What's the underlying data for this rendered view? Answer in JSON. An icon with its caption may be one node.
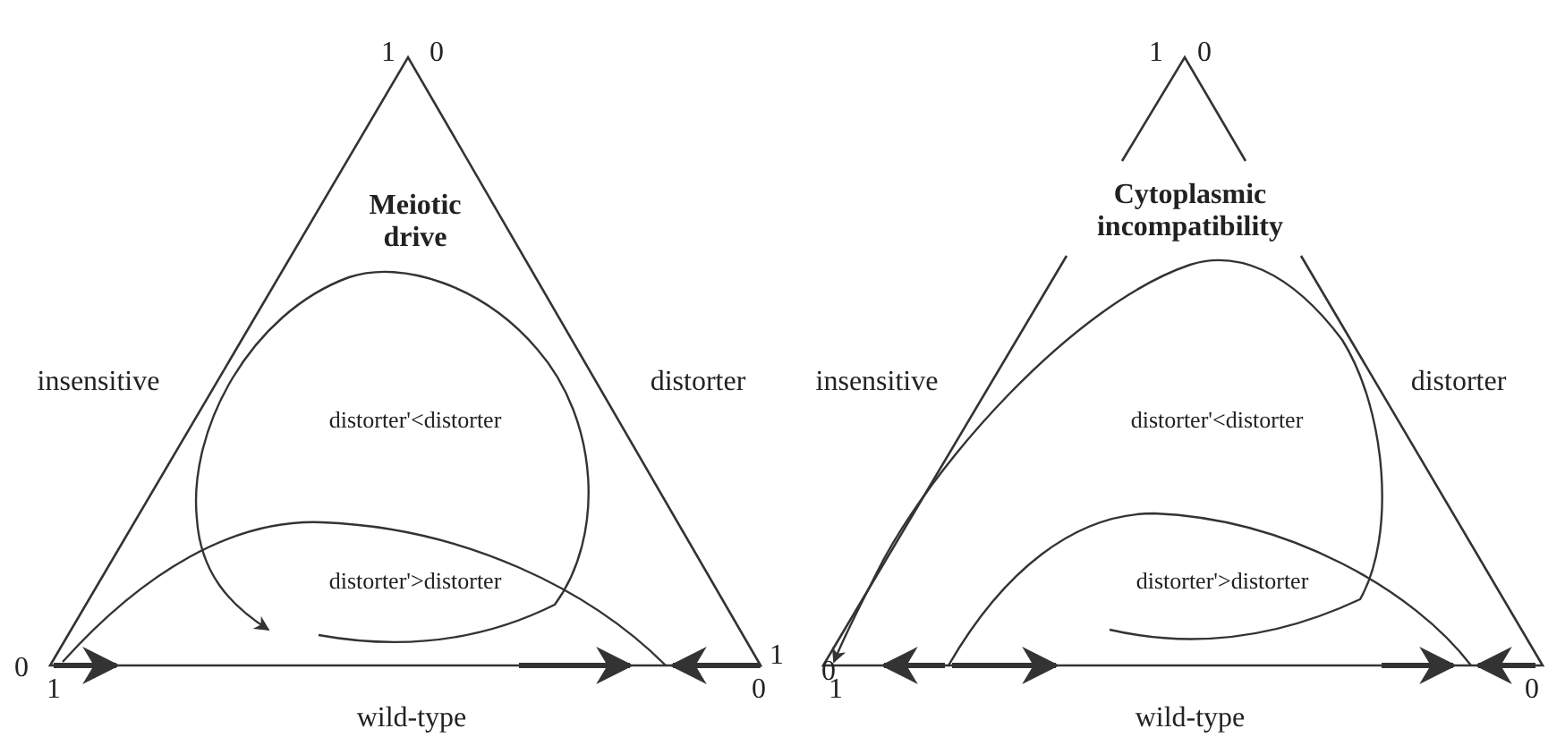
{
  "diagram": {
    "labels": [
      "1",
      "0",
      "Meiotic drive",
      "insensitive",
      "distorter",
      "distorter'<distorter",
      "distorter'>distorter",
      "0",
      "1",
      "1",
      "0",
      "wild-type",
      "1",
      "0",
      "Cytoplasmic incompatibility",
      "insensitive",
      "distorter",
      "distorter'<distorter",
      "distorter'>distorter",
      "0",
      "1",
      "0",
      "wild-type"
    ]
  }
}
